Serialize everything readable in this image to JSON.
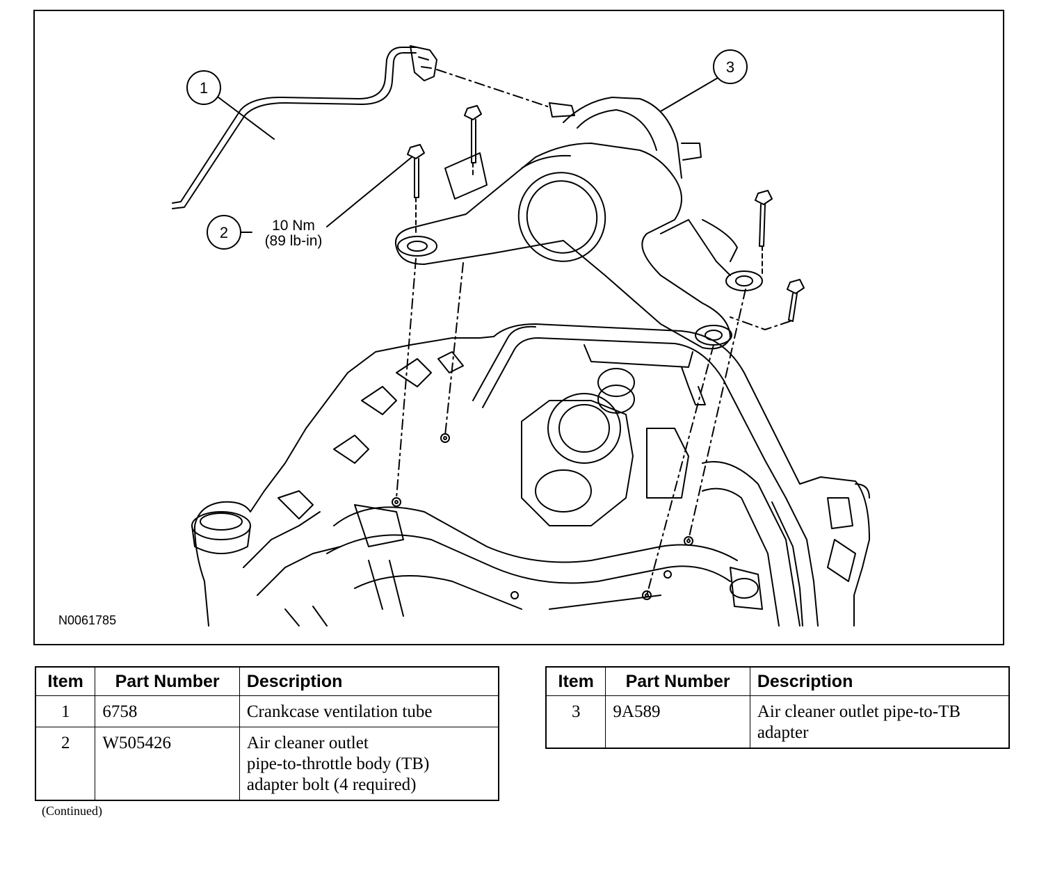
{
  "figure": {
    "figure_id": "N0061785",
    "callouts": [
      "1",
      "2",
      "3"
    ],
    "torque_nm": "10 Nm",
    "torque_lbin": "(89 lb-in)"
  },
  "table_left": {
    "headers": [
      "Item",
      "Part Number",
      "Description"
    ],
    "rows": [
      {
        "item": "1",
        "part": "6758",
        "desc": [
          "Crankcase ventilation tube"
        ]
      },
      {
        "item": "2",
        "part": "W505426",
        "desc": [
          "Air cleaner outlet",
          "pipe-to-throttle body (TB)",
          "adapter bolt (4 required)"
        ]
      }
    ]
  },
  "table_right": {
    "headers": [
      "Item",
      "Part Number",
      "Description"
    ],
    "rows": [
      {
        "item": "3",
        "part": "9A589",
        "desc": [
          "Air cleaner outlet pipe-to-TB",
          "adapter"
        ]
      }
    ]
  },
  "footer": {
    "continued": "(Continued)"
  }
}
